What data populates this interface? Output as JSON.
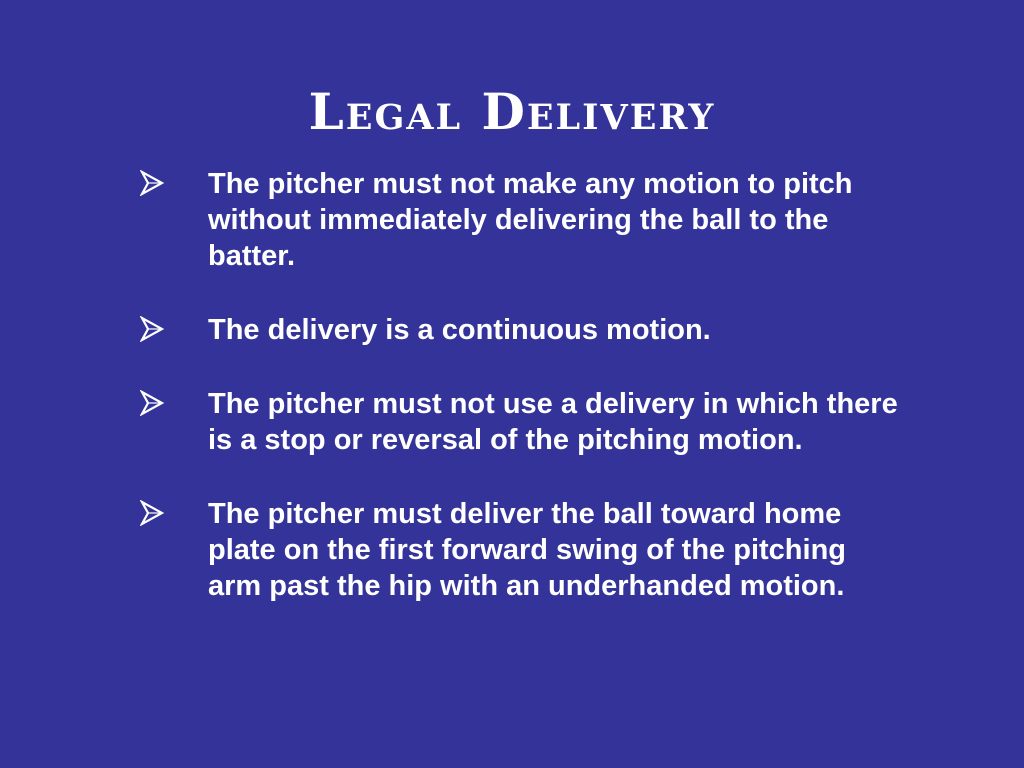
{
  "slide": {
    "title": "Legal Delivery",
    "bullet_icon": "arrowhead-bullet-icon",
    "bullets": [
      "The pitcher must not make any motion to pitch without immediately delivering the ball to the batter.",
      "The delivery is a continuous motion.",
      "The pitcher must not use a delivery in which there is a stop or reversal of the pitching motion.",
      "The pitcher must deliver the ball toward home plate on the first forward swing of the pitching arm past the hip with an underhanded motion."
    ]
  },
  "colors": {
    "background": "#333399",
    "text": "#ffffff"
  }
}
